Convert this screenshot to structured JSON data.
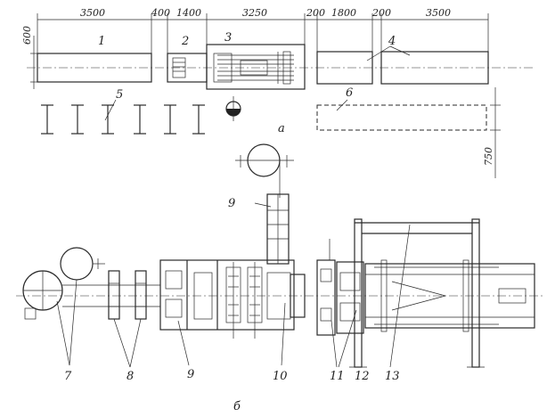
{
  "dimensions": {
    "d3500a": "3500",
    "d400": "400",
    "d1400": "1400",
    "d3250": "3250",
    "d200a": "200",
    "d1800": "1800",
    "d200b": "200",
    "d3500b": "3500",
    "d600": "600",
    "d750": "750"
  },
  "labels": {
    "n1": "1",
    "n2": "2",
    "n3": "3",
    "n4": "4",
    "n5": "5",
    "n6": "6",
    "n7": "7",
    "n8": "8",
    "n9a": "9",
    "n9b": "9",
    "n10": "10",
    "n11": "11",
    "n12": "12",
    "n13": "13",
    "view_a": "а",
    "view_b": "б"
  }
}
